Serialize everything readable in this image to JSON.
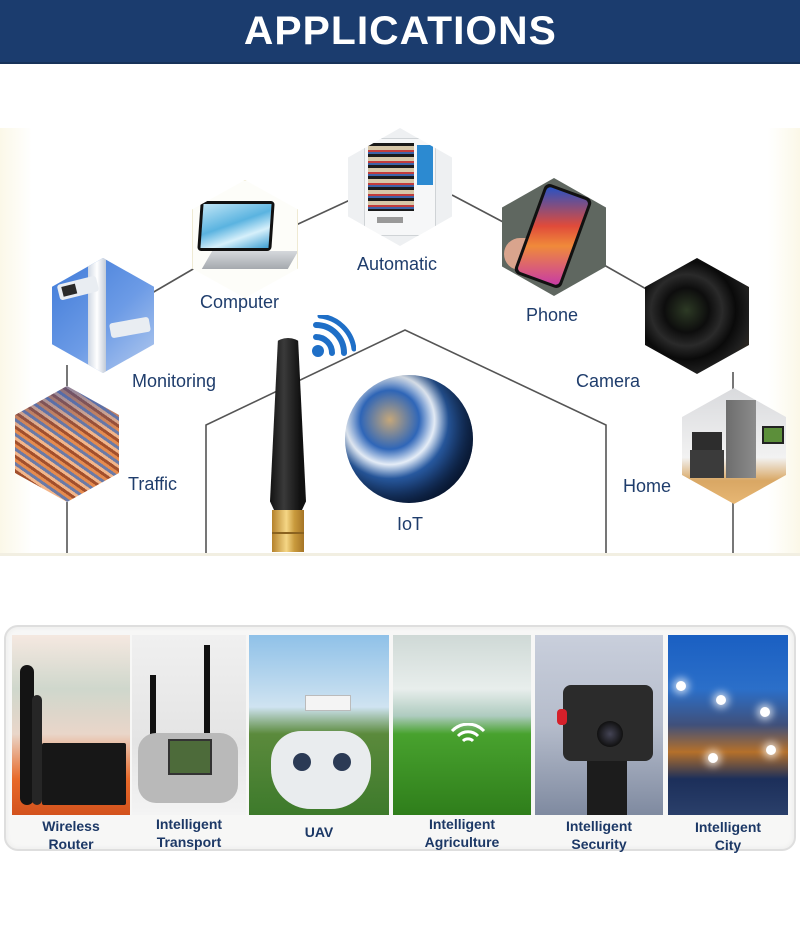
{
  "header": {
    "title": "APPLICATIONS",
    "background_color": "#1b3c6e"
  },
  "diagram": {
    "center": {
      "label": "IoT",
      "product": "SMA rubber duck antenna",
      "signal_icon": "wifi-icon",
      "signal_color": "#1f6fc7"
    },
    "nodes": [
      {
        "id": "computer",
        "label": "Computer"
      },
      {
        "id": "automatic",
        "label": "Automatic"
      },
      {
        "id": "phone",
        "label": "Phone"
      },
      {
        "id": "monitoring",
        "label": "Monitoring"
      },
      {
        "id": "camera",
        "label": "Camera"
      },
      {
        "id": "traffic",
        "label": "Traffic"
      },
      {
        "id": "home",
        "label": "Home"
      }
    ],
    "label_color": "#1f3d6c"
  },
  "gallery": {
    "items": [
      {
        "id": "wireless-router",
        "line1": "Wireless",
        "line2": "Router"
      },
      {
        "id": "intelligent-transport",
        "line1": "Intelligent",
        "line2": "Transport"
      },
      {
        "id": "uav",
        "line1": "UAV",
        "line2": ""
      },
      {
        "id": "intelligent-agriculture",
        "line1": "Intelligent",
        "line2": "Agriculture"
      },
      {
        "id": "intelligent-security",
        "line1": "Intelligent",
        "line2": "Security"
      },
      {
        "id": "intelligent-city",
        "line1": "Intelligent",
        "line2": "City"
      }
    ],
    "label_color": "#1c3866"
  }
}
